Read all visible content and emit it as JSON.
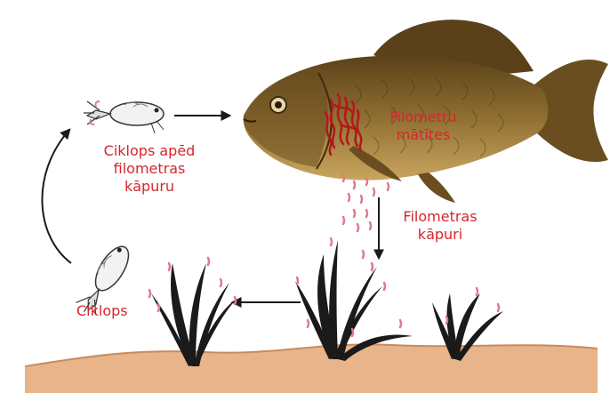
{
  "labels": {
    "female_worms": "Filometru\nmātītes",
    "larvae": "Filometras\nkāpuri",
    "cyclops_eats": "Ciklops apēd\nfilometras\nkāpuru",
    "cyclops": "Ciklops"
  },
  "colors": {
    "label": "#d7262b",
    "fish_body": "#8a6a2e",
    "fish_dark": "#4e3817",
    "larva": "#e07a8c",
    "worm": "#b3161e",
    "sediment": "#e8b48a",
    "arrow": "#1a1a1a",
    "plant": "#1a1a1a"
  },
  "icons": [
    "fish-illustration",
    "cyclops-icon",
    "aquatic-plant-icon",
    "sediment-band",
    "arrow"
  ]
}
